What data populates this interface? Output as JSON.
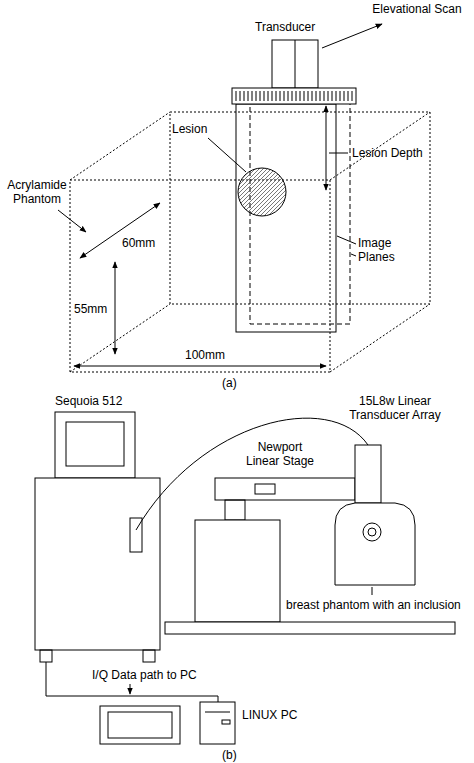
{
  "diagram": {
    "labels": [
      "Elevational Scan",
      "Transducer",
      "Lesion",
      "Lesion Depth",
      "Acrylamide Phantom",
      "60mm",
      "55mm",
      "100mm",
      "Image Planes",
      "(a)",
      "Sequoia 512",
      "15L8w Linear Transducer Array",
      "Newport Linear Stage",
      "breast phantom with an inclusion",
      "I/Q Data path to PC",
      "LINUX PC",
      "(b)"
    ]
  }
}
